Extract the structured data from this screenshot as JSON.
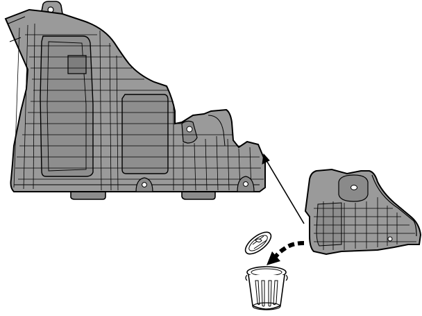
{
  "illustration": {
    "kind": "service-manual line drawing",
    "parts": [
      {
        "id": "large-undercover-panel",
        "role": "main undercover shield"
      },
      {
        "id": "small-undercover-panel",
        "role": "removed undercover section"
      },
      {
        "id": "disposal-bin",
        "role": "discard / do not reuse"
      }
    ],
    "icons": {
      "part_to_panel_arrow": "thin-arrow-icon",
      "disposal_arrow": "curved-dashed-arrow-icon",
      "bin": "trash-bin-icon",
      "bin_lid": "trash-bin-lid-icon"
    },
    "colors": {
      "panel_fill": "#9a9a9a",
      "panel_fill_dark": "#7e7e7e",
      "outline": "#000000",
      "background": "#ffffff"
    }
  }
}
